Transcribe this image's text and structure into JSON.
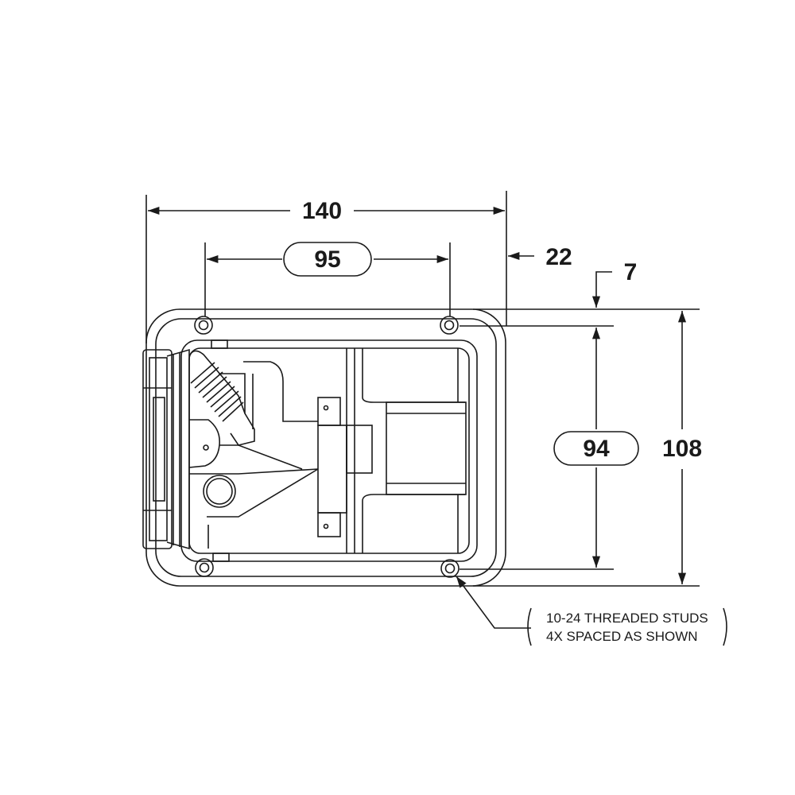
{
  "dimensions": {
    "overall_width": "140",
    "stud_spacing_horizontal": "95",
    "flange_offset": "22",
    "flange_lip": "7",
    "stud_spacing_vertical": "94",
    "overall_height": "108"
  },
  "callout": {
    "line1": "10-24 THREADED STUDS",
    "line2": "4X SPACED AS SHOWN"
  },
  "colors": {
    "line": "#1a1a1a",
    "background": "#ffffff"
  }
}
